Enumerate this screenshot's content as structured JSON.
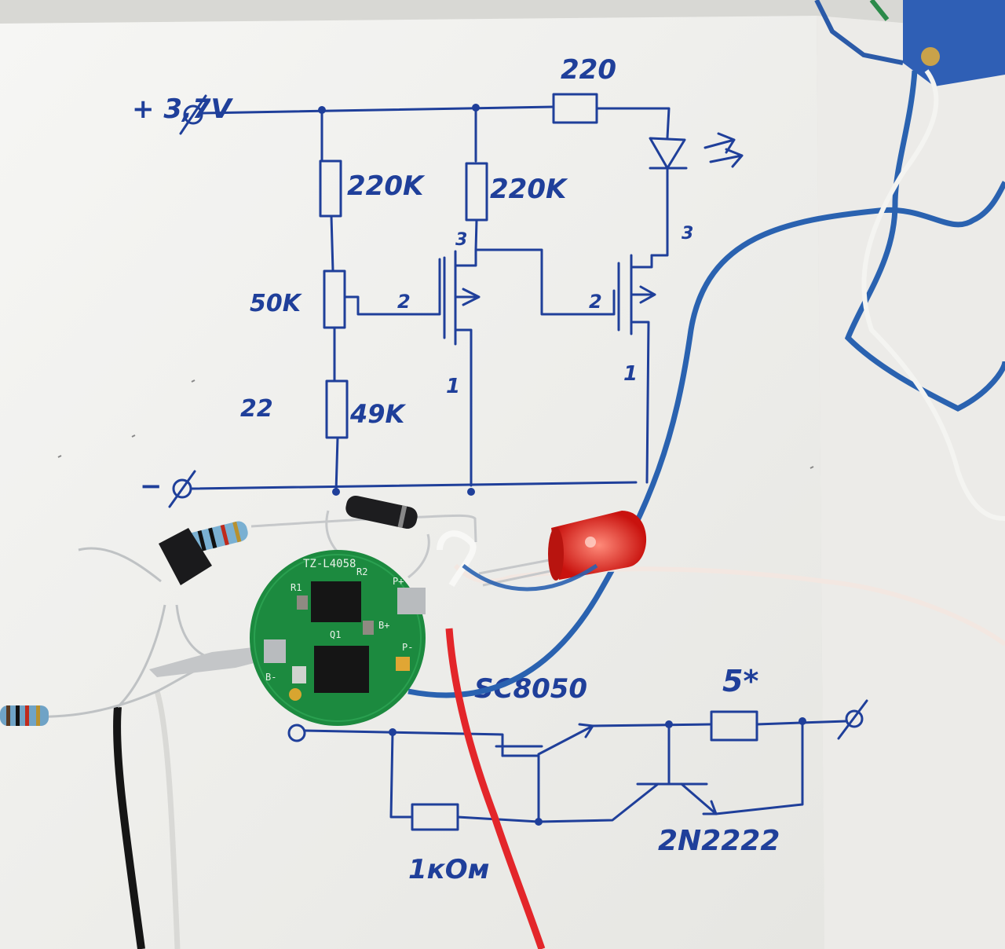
{
  "schematic": {
    "supply_label": "+ 3,7V",
    "r_top": "220",
    "r1": "220K",
    "r2": "220K",
    "pot": "50K",
    "r3_alt": "22",
    "r3": "49K",
    "neg_label": "−",
    "pin_2a": "2",
    "pin_2b": "2",
    "pin_3a": "3",
    "pin_3b": "3",
    "pin_1a": "1",
    "pin_1b": "1",
    "q_top": "SC8050",
    "r_low": "5*",
    "r_base": "1кОм",
    "q_bottom": "2N2222"
  },
  "pcb": {
    "title": "TZ-L4058",
    "r1": "R1",
    "r2": "R2",
    "q1": "Q1",
    "bplus": "B+",
    "bminus": "B-",
    "pminus": "P-",
    "pplus": "P+"
  },
  "colors": {
    "ink": "#1f3f9a",
    "pcb": "#1c8a3f",
    "led": "#e0201c",
    "wire_blue": "#2a62b0",
    "wire_red": "#e3262a",
    "wire_black": "#151515"
  }
}
